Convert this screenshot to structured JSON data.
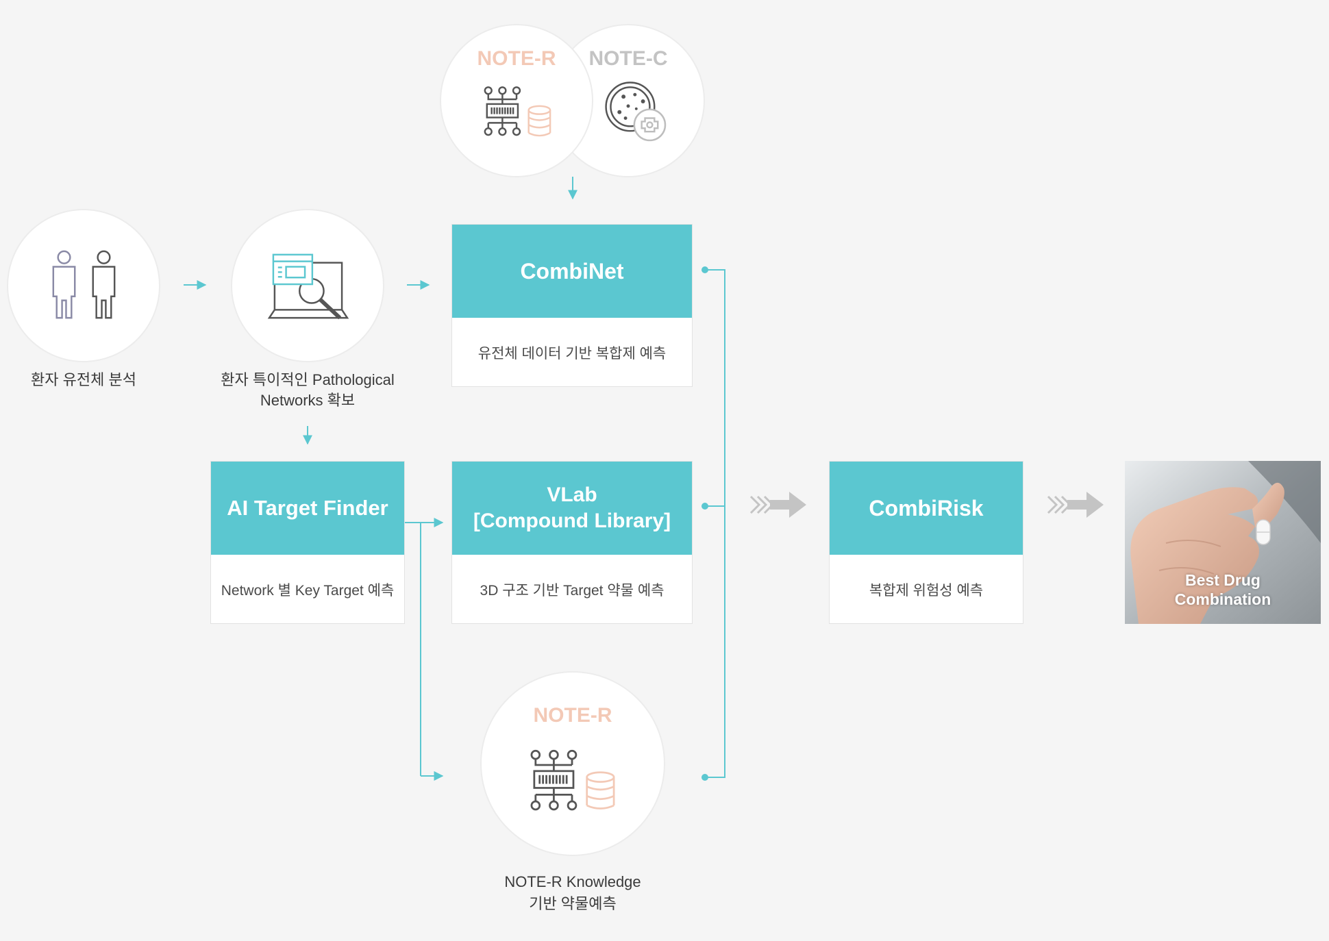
{
  "colors": {
    "accent": "#5bc7d0",
    "peach": "#f3c9b6",
    "gray_title": "#c3c3c3",
    "background": "#f5f5f5",
    "arrow_gray": "#c4c4c4"
  },
  "note_r_top": {
    "title": "NOTE-R",
    "icon": "circuit-database-icon"
  },
  "note_c_top": {
    "title": "NOTE-C",
    "icon": "petri-dish-icon"
  },
  "patient": {
    "label": "환자 유전체 분석",
    "icon": "two-people-icon"
  },
  "pathological": {
    "label": "환자 특이적인 Pathological\nNetworks 확보",
    "icon": "laptop-magnifier-icon"
  },
  "combinet": {
    "title": "CombiNet",
    "desc": "유전체 데이터 기반 복합제 예측"
  },
  "ai_target": {
    "title": "AI Target Finder",
    "desc": "Network 별 Key Target 예측"
  },
  "vlab": {
    "title": "VLab\n[Compound Library]",
    "desc": "3D 구조 기반 Target 약물 예측"
  },
  "combirisk": {
    "title": "CombiRisk",
    "desc": "복합제 위험성 예측"
  },
  "note_r_bottom": {
    "title": "NOTE-R",
    "label": "NOTE-R Knowledge\n기반 약물예측",
    "icon": "circuit-database-icon"
  },
  "result": {
    "caption": "Best Drug\nCombination",
    "icon": "hand-holding-pill-icon"
  }
}
